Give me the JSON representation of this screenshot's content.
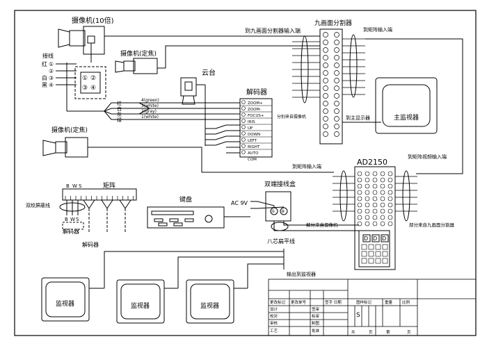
{
  "cameras": {
    "zoom": "摄像机(10倍)",
    "fixed1": "摄像机(定焦)",
    "fixed2": "摄像机(定焦)"
  },
  "ptz": "云台",
  "decoder": {
    "title": "解码器",
    "inputs": [
      "4(green)",
      "3(white)",
      "2(gray)",
      "1(white)"
    ],
    "lens_labels": [
      "ZOOM+",
      "ZOOM-",
      "FOCUS+",
      "IRIS"
    ],
    "ptz_labels": [
      "UP",
      "DOWN",
      "LEFT",
      "RIGHT",
      "AUTO",
      "COM"
    ]
  },
  "cable_legend": {
    "title": "接线",
    "rows": [
      {
        "name": "红",
        "num": "①"
      },
      {
        "name": "",
        "num": "②"
      },
      {
        "name": "白",
        "num": "③"
      },
      {
        "name": "黑",
        "num": "④"
      }
    ],
    "pin_numbers": [
      "①",
      "②",
      "③",
      "④"
    ],
    "wire_colors": [
      "红",
      "白",
      "灰",
      "绿"
    ]
  },
  "splitter": {
    "title": "九画面分割器",
    "in_label": "到九画面分割器输入端",
    "matrix_in_label": "到矩阵输入端",
    "out_main": "到主显示器",
    "from_cam_label": "分别来自摄像机"
  },
  "main_monitor": "主监视器",
  "matrix_small": {
    "title": "矩阵",
    "pins": [
      "B",
      "W",
      "S"
    ],
    "cable_label": "双绞屏蔽线",
    "decoder_label": "解码器",
    "decoder_label2": "解码器"
  },
  "ad2150": {
    "title": "AD2150",
    "matrix_in": "到矩阵输入端",
    "video_in": "到矩阵视频输入端",
    "from_cam": "部分来自摄像机",
    "from_split": "部分来自九画面分割器",
    "keys": [
      "D",
      "D",
      "D"
    ]
  },
  "keyboard": "键盘",
  "junction": {
    "title": "双端接线盒",
    "ac": "AC 9V",
    "pins": [
      "①",
      "⑧"
    ],
    "flat": "八芯扁平线"
  },
  "output_label": "输出到监视器",
  "monitors": [
    "监视器",
    "监视器",
    "监视器"
  ],
  "title_block": {
    "r1": [
      "更改标记",
      "更改单号",
      "签字 日期",
      "图样标记",
      "",
      "重量",
      "比例"
    ],
    "r2": [
      "设计",
      "",
      "签审"
    ],
    "r3": [
      "校对",
      "",
      "标审"
    ],
    "r4": [
      "审核",
      "",
      "制图"
    ],
    "r5": [
      "工艺",
      "",
      "批准"
    ],
    "mark": "S",
    "sheet": [
      "共",
      "页",
      "第",
      "页"
    ]
  }
}
